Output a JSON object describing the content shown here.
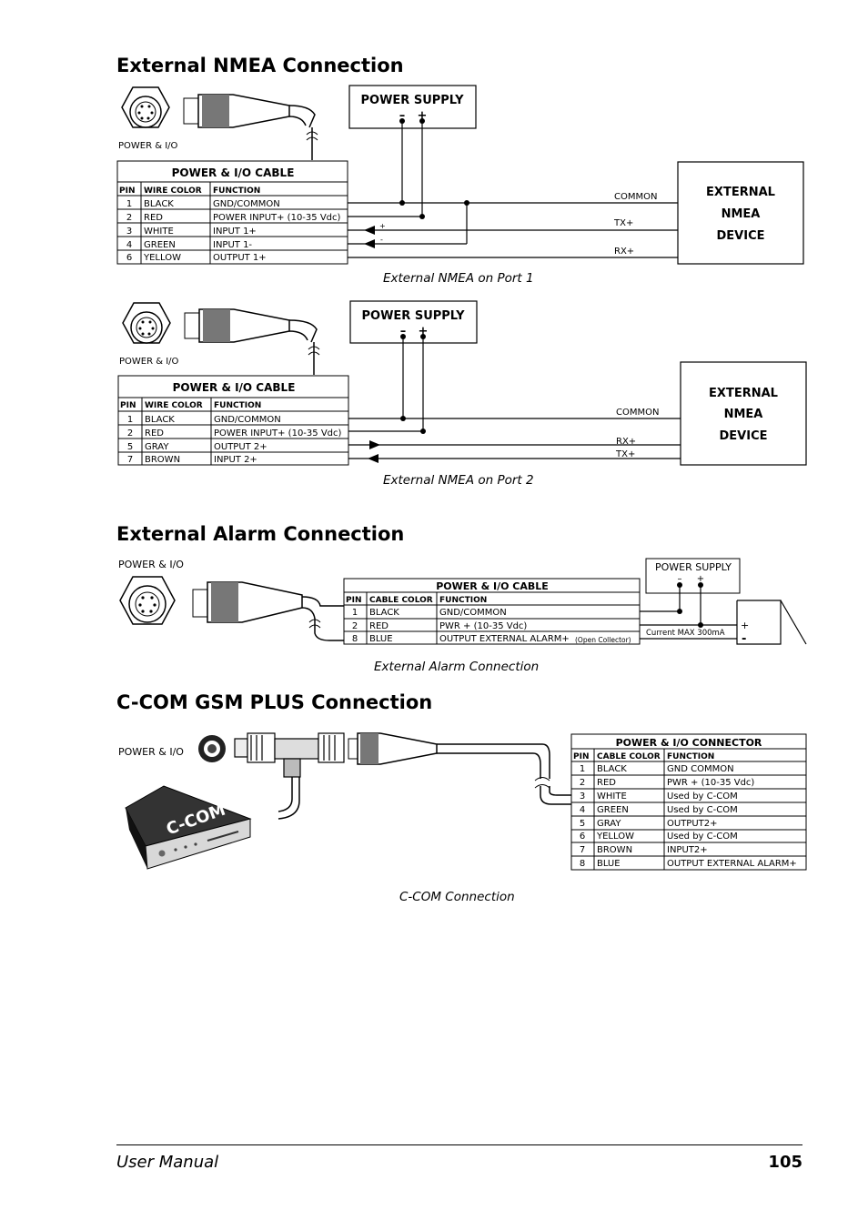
{
  "sections": {
    "nmea_title": "External NMEA Connection",
    "alarm_title": "External Alarm Connection",
    "ccom_title": "C-COM GSM PLUS Connection"
  },
  "common": {
    "power_io": "POWER & I/O",
    "power_supply": "POWER SUPPLY",
    "minus": "–",
    "plus": "+",
    "cable_title": "POWER & I/O CABLE",
    "pin": "PIN",
    "wire_color": "WIRE COLOR",
    "cable_color": "CABLE COLOR",
    "function": "FUNCTION",
    "device_line1": "EXTERNAL",
    "device_line2": "NMEA",
    "device_line3": "DEVICE",
    "common_label": "COMMON",
    "tx": "TX+",
    "rx": "RX+",
    "small_plus": "+",
    "small_minus": "-"
  },
  "port1": {
    "caption": "External NMEA on Port 1",
    "rows": [
      {
        "pin": "1",
        "color": "BLACK",
        "function": "GND/COMMON"
      },
      {
        "pin": "2",
        "color": "RED",
        "function": "POWER INPUT+ (10-35 Vdc)"
      },
      {
        "pin": "3",
        "color": "WHITE",
        "function": "INPUT 1+"
      },
      {
        "pin": "4",
        "color": "GREEN",
        "function": "INPUT 1-"
      },
      {
        "pin": "6",
        "color": "YELLOW",
        "function": "OUTPUT 1+"
      }
    ]
  },
  "port2": {
    "caption": "External NMEA on Port 2",
    "rows": [
      {
        "pin": "1",
        "color": "BLACK",
        "function": "GND/COMMON"
      },
      {
        "pin": "2",
        "color": "RED",
        "function": "POWER INPUT+ (10-35 Vdc)"
      },
      {
        "pin": "5",
        "color": "GRAY",
        "function": "OUTPUT 2+"
      },
      {
        "pin": "7",
        "color": "BROWN",
        "function": "INPUT 2+"
      }
    ]
  },
  "alarm": {
    "caption": "External Alarm Connection",
    "cable_title": "POWER & I/O CABLE",
    "current": "Current MAX 300mA",
    "open_collector": "(Open Collector)",
    "rows": [
      {
        "pin": "1",
        "color": "BLACK",
        "function": "GND/COMMON"
      },
      {
        "pin": "2",
        "color": "RED",
        "function": "PWR + (10-35 Vdc)"
      },
      {
        "pin": "8",
        "color": "BLUE",
        "function": "OUTPUT EXTERNAL ALARM+"
      }
    ]
  },
  "ccom": {
    "caption": "C-COM Connection",
    "table_title": "POWER & I/O CONNECTOR",
    "device_label": "C-COM",
    "rows": [
      {
        "pin": "1",
        "color": "BLACK",
        "function": "GND COMMON"
      },
      {
        "pin": "2",
        "color": "RED",
        "function": "PWR + (10-35 Vdc)"
      },
      {
        "pin": "3",
        "color": "WHITE",
        "function": "Used by C-COM"
      },
      {
        "pin": "4",
        "color": "GREEN",
        "function": "Used by C-COM"
      },
      {
        "pin": "5",
        "color": "GRAY",
        "function": "OUTPUT2+"
      },
      {
        "pin": "6",
        "color": "YELLOW",
        "function": "Used by C-COM"
      },
      {
        "pin": "7",
        "color": "BROWN",
        "function": "INPUT2+"
      },
      {
        "pin": "8",
        "color": "BLUE",
        "function": "OUTPUT EXTERNAL ALARM+"
      }
    ]
  },
  "footer": {
    "left": "User Manual",
    "page": "105"
  }
}
